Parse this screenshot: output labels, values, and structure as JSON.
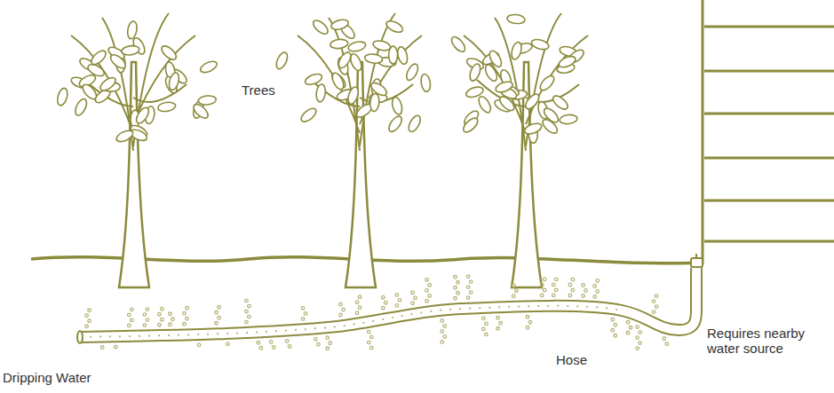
{
  "diagram": {
    "labels": [
      "Trees",
      "Hose",
      "Dripping Water",
      "Requires nearby water source"
    ]
  }
}
